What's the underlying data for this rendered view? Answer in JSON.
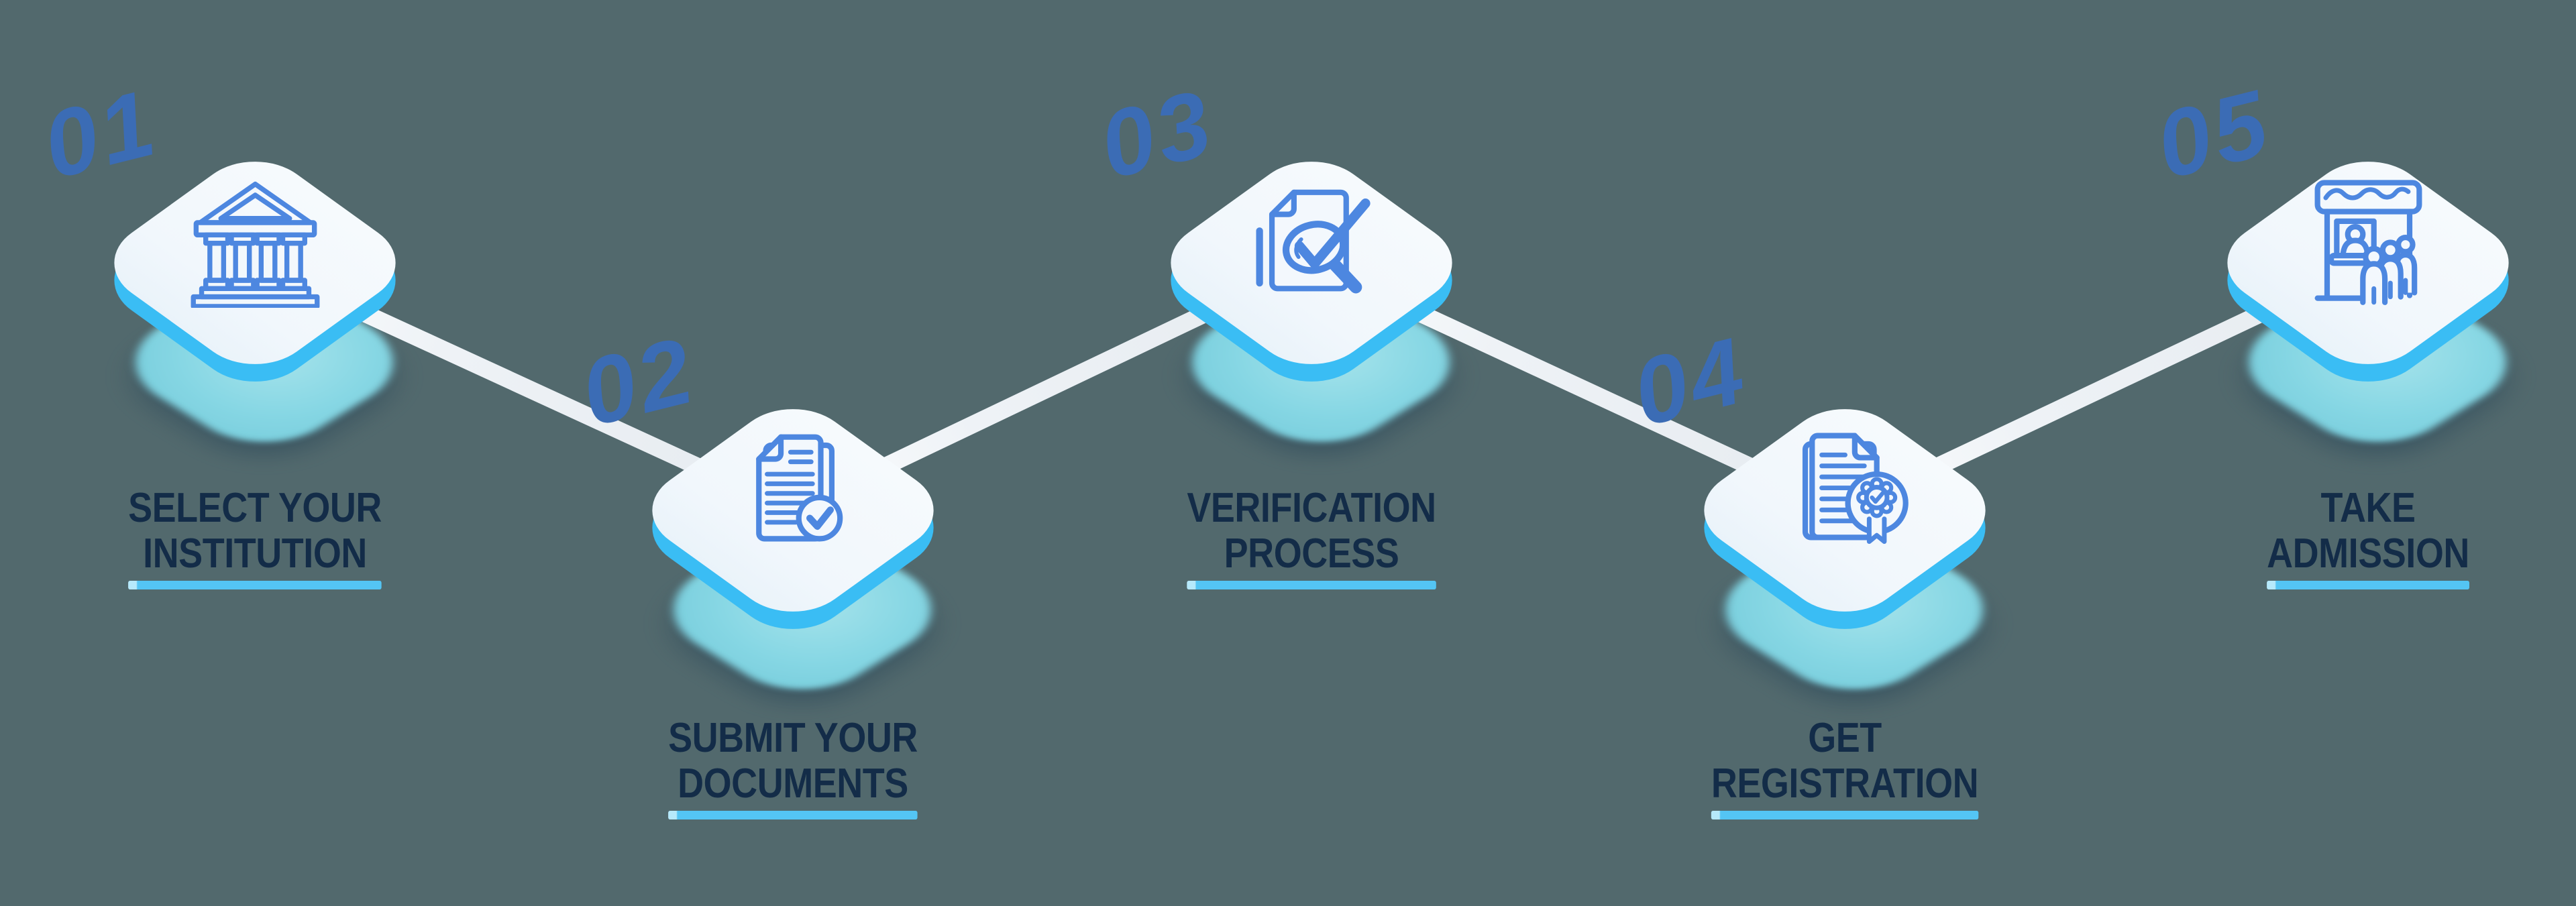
{
  "infographic": {
    "type": "process-steps",
    "step_count": 5,
    "colors": {
      "background": "#52696d",
      "icon_blue": "#4d87e0",
      "number_blue": "#3b6cb5",
      "label_navy": "#132c48",
      "underline_cyan": "#54c5f4",
      "tile_face": "#f3f8fd",
      "tile_edge_cyan": "#3abdf4",
      "glow_cyan": "#87dbe8",
      "connector_white": "#eef2f6"
    },
    "steps": [
      {
        "number": "01",
        "label_line1": "SELECT YOUR",
        "label_line2": "INSTITUTION",
        "icon": "bank-icon"
      },
      {
        "number": "02",
        "label_line1": "SUBMIT YOUR",
        "label_line2": "DOCUMENTS",
        "icon": "documents-check-icon"
      },
      {
        "number": "03",
        "label_line1": "VERIFICATION",
        "label_line2": "PROCESS",
        "icon": "document-magnifier-check-icon"
      },
      {
        "number": "04",
        "label_line1": "GET",
        "label_line2": "REGISTRATION",
        "icon": "certificate-badge-icon"
      },
      {
        "number": "05",
        "label_line1": "TAKE",
        "label_line2": "ADMISSION",
        "icon": "admission-booth-icon"
      }
    ]
  }
}
